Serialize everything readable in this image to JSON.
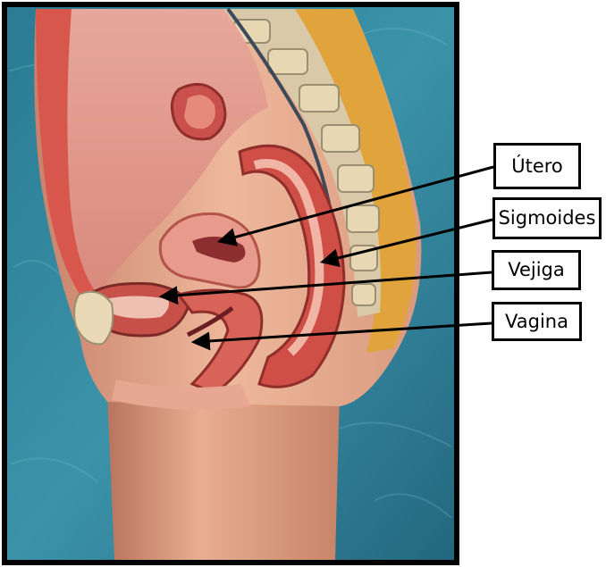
{
  "labels": [
    {
      "id": "utero",
      "text": "Útero"
    },
    {
      "id": "sigmoides",
      "text": "Sigmoides"
    },
    {
      "id": "vejiga",
      "text": "Vejiga"
    },
    {
      "id": "vagina",
      "text": "Vagina"
    }
  ],
  "colors": {
    "background_teal": "#2f7f95",
    "skin": "#e5ab8f",
    "tissue_red": "#d7574d",
    "fat_yellow": "#e1a43c",
    "frame": "#000000"
  }
}
